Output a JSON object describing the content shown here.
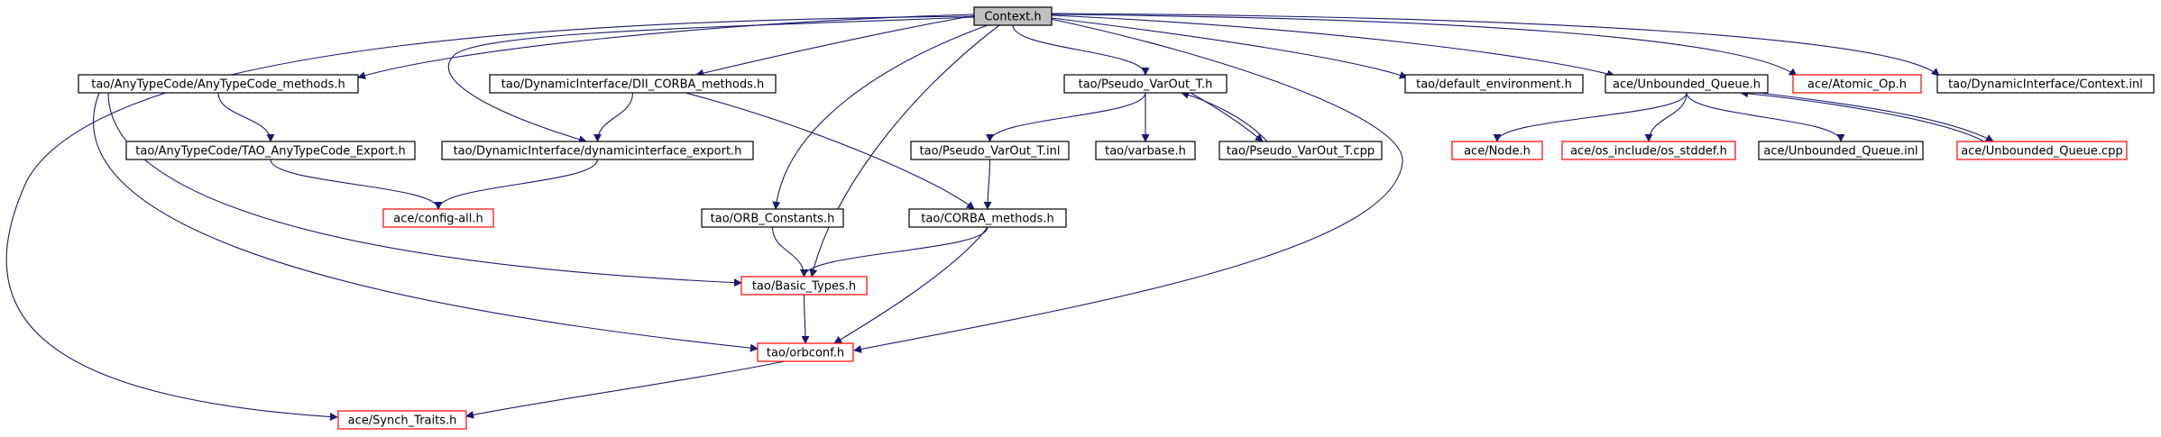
{
  "colors": {
    "edge": "#191970",
    "black_border": "#000000",
    "red_border": "#ff0000",
    "root_fill": "#bfbfbf",
    "node_fill": "#ffffff"
  },
  "nodes": [
    {
      "id": "context_h",
      "label": "Context.h",
      "style": "root"
    },
    {
      "id": "anytypecode_methods",
      "label": "tao/AnyTypeCode/AnyTypeCode_methods.h",
      "style": "black"
    },
    {
      "id": "dii_corba_methods",
      "label": "tao/DynamicInterface/DII_CORBA_methods.h",
      "style": "black"
    },
    {
      "id": "pseudo_varout_h",
      "label": "tao/Pseudo_VarOut_T.h",
      "style": "black"
    },
    {
      "id": "default_environment",
      "label": "tao/default_environment.h",
      "style": "black"
    },
    {
      "id": "unbounded_queue_h",
      "label": "ace/Unbounded_Queue.h",
      "style": "black"
    },
    {
      "id": "atomic_op",
      "label": "ace/Atomic_Op.h",
      "style": "red"
    },
    {
      "id": "di_context_inl",
      "label": "tao/DynamicInterface/Context.inl",
      "style": "black"
    },
    {
      "id": "tao_anytypecode_export",
      "label": "tao/AnyTypeCode/TAO_AnyTypeCode_Export.h",
      "style": "black"
    },
    {
      "id": "dynamicinterface_export",
      "label": "tao/DynamicInterface/dynamicinterface_export.h",
      "style": "black"
    },
    {
      "id": "pseudo_varout_inl",
      "label": "tao/Pseudo_VarOut_T.inl",
      "style": "black"
    },
    {
      "id": "varbase",
      "label": "tao/varbase.h",
      "style": "black"
    },
    {
      "id": "pseudo_varout_cpp",
      "label": "tao/Pseudo_VarOut_T.cpp",
      "style": "black"
    },
    {
      "id": "ace_node",
      "label": "ace/Node.h",
      "style": "red"
    },
    {
      "id": "os_stddef",
      "label": "ace/os_include/os_stddef.h",
      "style": "red"
    },
    {
      "id": "unbounded_queue_inl",
      "label": "ace/Unbounded_Queue.inl",
      "style": "black"
    },
    {
      "id": "unbounded_queue_cpp",
      "label": "ace/Unbounded_Queue.cpp",
      "style": "red"
    },
    {
      "id": "config_all",
      "label": "ace/config-all.h",
      "style": "red"
    },
    {
      "id": "orb_constants",
      "label": "tao/ORB_Constants.h",
      "style": "black"
    },
    {
      "id": "corba_methods",
      "label": "tao/CORBA_methods.h",
      "style": "black"
    },
    {
      "id": "basic_types",
      "label": "tao/Basic_Types.h",
      "style": "red"
    },
    {
      "id": "orbconf",
      "label": "tao/orbconf.h",
      "style": "red"
    },
    {
      "id": "synch_traits",
      "label": "ace/Synch_Traits.h",
      "style": "red"
    }
  ],
  "edges": [
    {
      "from": "context_h",
      "to": "anytypecode_methods"
    },
    {
      "from": "context_h",
      "to": "dii_corba_methods"
    },
    {
      "from": "context_h",
      "to": "dynamicinterface_export"
    },
    {
      "from": "context_h",
      "to": "orb_constants"
    },
    {
      "from": "context_h",
      "to": "basic_types"
    },
    {
      "from": "context_h",
      "to": "pseudo_varout_h"
    },
    {
      "from": "context_h",
      "to": "orbconf"
    },
    {
      "from": "context_h",
      "to": "default_environment"
    },
    {
      "from": "context_h",
      "to": "unbounded_queue_h"
    },
    {
      "from": "context_h",
      "to": "atomic_op"
    },
    {
      "from": "context_h",
      "to": "di_context_inl"
    },
    {
      "from": "context_h",
      "to": "synch_traits"
    },
    {
      "from": "anytypecode_methods",
      "to": "tao_anytypecode_export"
    },
    {
      "from": "anytypecode_methods",
      "to": "basic_types"
    },
    {
      "from": "anytypecode_methods",
      "to": "orbconf"
    },
    {
      "from": "dii_corba_methods",
      "to": "dynamicinterface_export"
    },
    {
      "from": "dii_corba_methods",
      "to": "corba_methods"
    },
    {
      "from": "tao_anytypecode_export",
      "to": "config_all"
    },
    {
      "from": "dynamicinterface_export",
      "to": "config_all"
    },
    {
      "from": "pseudo_varout_h",
      "to": "pseudo_varout_inl"
    },
    {
      "from": "pseudo_varout_h",
      "to": "varbase"
    },
    {
      "from": "pseudo_varout_h",
      "to": "pseudo_varout_cpp"
    },
    {
      "from": "pseudo_varout_cpp",
      "to": "pseudo_varout_h"
    },
    {
      "from": "pseudo_varout_inl",
      "to": "corba_methods"
    },
    {
      "from": "orb_constants",
      "to": "basic_types"
    },
    {
      "from": "corba_methods",
      "to": "basic_types"
    },
    {
      "from": "corba_methods",
      "to": "orbconf"
    },
    {
      "from": "basic_types",
      "to": "orbconf"
    },
    {
      "from": "orbconf",
      "to": "synch_traits"
    },
    {
      "from": "unbounded_queue_h",
      "to": "ace_node"
    },
    {
      "from": "unbounded_queue_h",
      "to": "os_stddef"
    },
    {
      "from": "unbounded_queue_h",
      "to": "unbounded_queue_inl"
    },
    {
      "from": "unbounded_queue_h",
      "to": "unbounded_queue_cpp"
    },
    {
      "from": "unbounded_queue_cpp",
      "to": "unbounded_queue_h"
    }
  ]
}
